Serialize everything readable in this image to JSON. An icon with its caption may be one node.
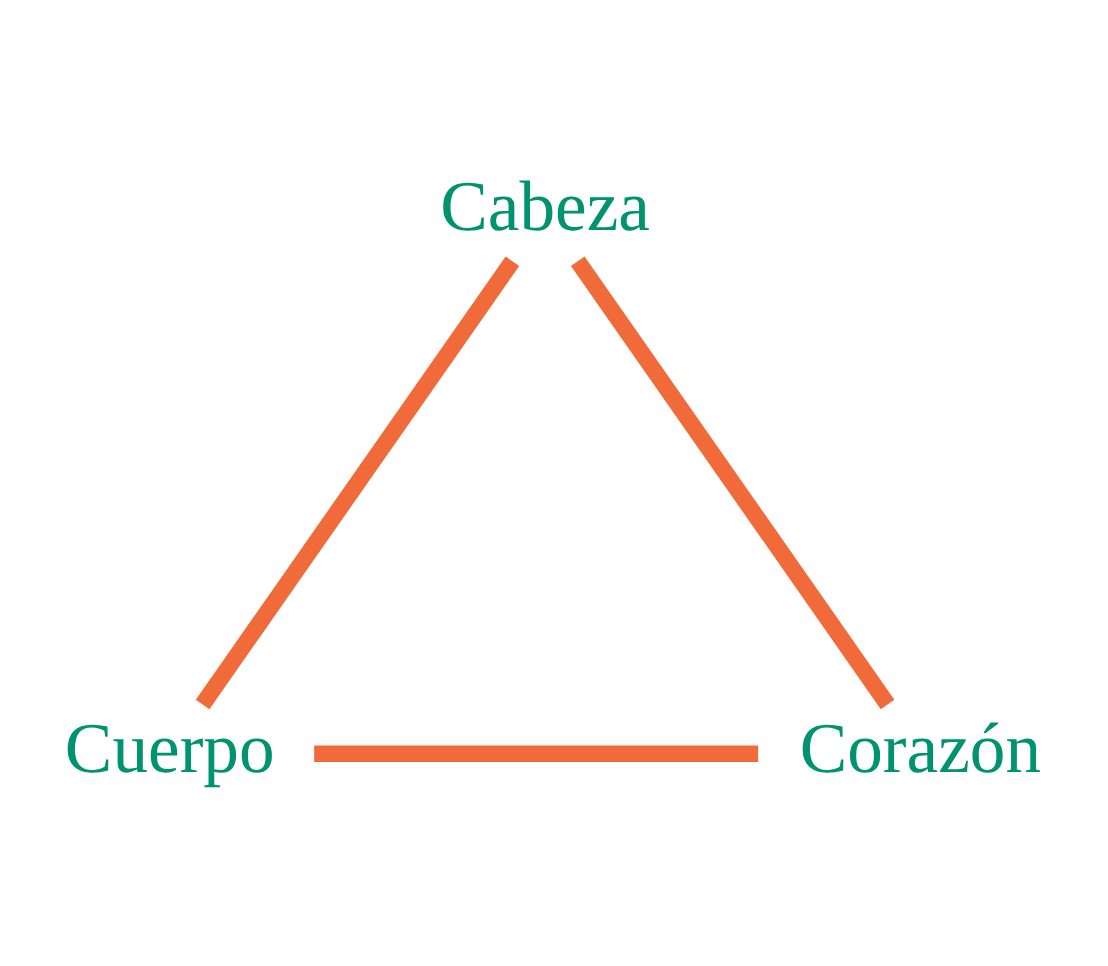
{
  "diagram": {
    "nodes": [
      {
        "text": [
          "Cabeza"
        ]
      },
      {
        "text": [
          "Cuerpo"
        ]
      },
      {
        "text": [
          "Corazón"
        ]
      }
    ],
    "edges": [
      {
        "from": 0,
        "to": 1,
        "arrow": "none"
      },
      {
        "from": 1,
        "to": 2,
        "arrow": "none"
      },
      {
        "from": 0,
        "to": 2,
        "arrow": "none"
      }
    ]
  }
}
